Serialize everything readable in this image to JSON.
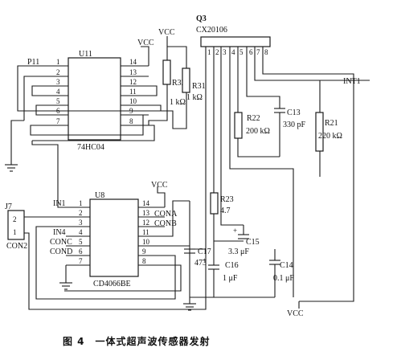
{
  "figure": {
    "caption": "图 4　一体式超声波传感器发射"
  },
  "labels": {
    "q3": "Q3",
    "q3_part": "CX20106",
    "q3_pins": [
      "1",
      "2",
      "3",
      "4",
      "5",
      "6",
      "7",
      "8"
    ],
    "u11": "U11",
    "u11_part": "74HC04",
    "u11_pins_left": [
      "1",
      "2",
      "3",
      "4",
      "5",
      "6",
      "7"
    ],
    "u11_pins_right": [
      "14",
      "13",
      "12",
      "11",
      "10",
      "9",
      "8"
    ],
    "p11": "P11",
    "u8": "U8",
    "u8_part": "CD4066BE",
    "u8_pins_left": [
      "1",
      "2",
      "3",
      "4",
      "5",
      "6",
      "7"
    ],
    "u8_pins_right": [
      "14",
      "13",
      "12",
      "11",
      "10",
      "9",
      "8"
    ],
    "in1": "IN1",
    "in4": "IN4",
    "conc": "CONC",
    "cond": "COND",
    "cona": "CONA",
    "conb": "CONB",
    "j7": "J7",
    "j7_pins": [
      "2",
      "1"
    ],
    "con2": "CON2",
    "int1": "INT1",
    "vcc_top_left": "VCC",
    "vcc_top_right": "VCC",
    "vcc_u8": "VCC",
    "vcc_bottom": "VCC",
    "r32_name": "R32",
    "r32_val": "1 kΩ",
    "r31_name": "R31",
    "r31_val": "1 kΩ",
    "r22_name": "R22",
    "r22_val": "200 kΩ",
    "c13_name": "C13",
    "c13_val": "330 pF",
    "r21_name": "R21",
    "r21_val": "220 kΩ",
    "r23_name": "R23",
    "r23_val": "4.7",
    "c15_name": "C15",
    "c15_val": "3.3 μF",
    "c17_name": "C17",
    "c17_val": "473",
    "c16_name": "C16",
    "c16_val": "1 μF",
    "c14_name": "C14",
    "c14_val": "0.1 μF"
  }
}
